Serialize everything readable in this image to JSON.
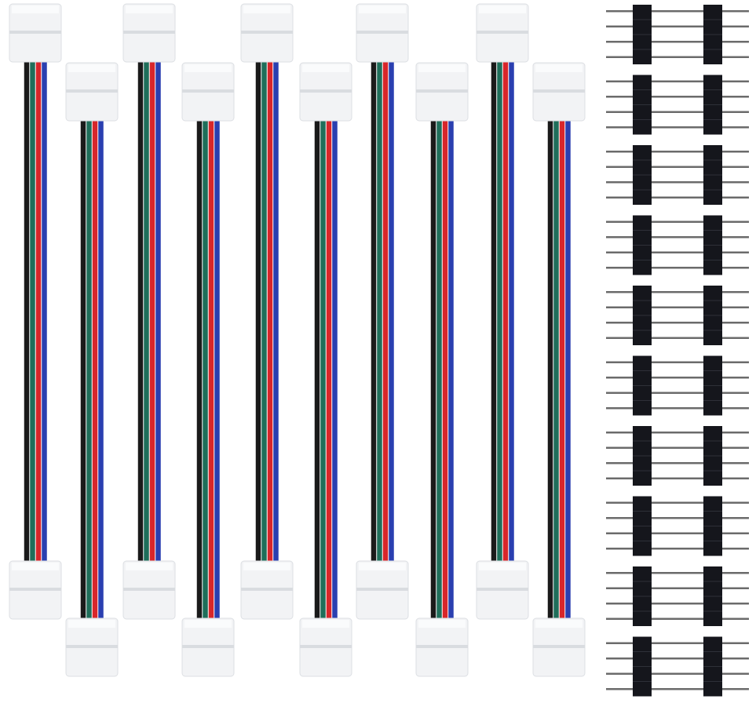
{
  "photo": {
    "subject": "product-photo",
    "background_color": "#ffffff",
    "cable_count": 10,
    "pin_header_count": 20,
    "wire_colors": [
      "#1a1a1a",
      "#1f6e5a",
      "#d8262a",
      "#2a3fb0"
    ],
    "connector_color": "#f2f3f5",
    "pin_header_color": "#15161c",
    "pin_color": "#6b6b6b"
  }
}
